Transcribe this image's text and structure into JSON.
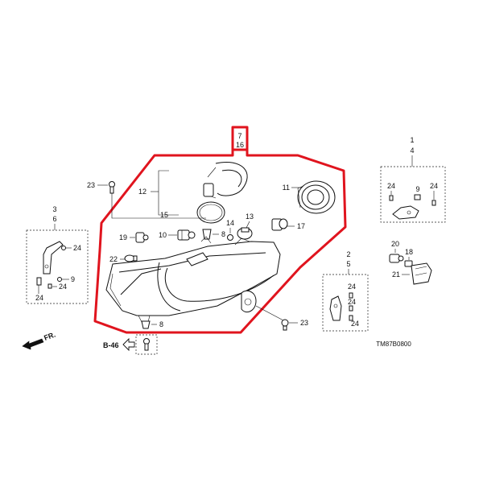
{
  "highlight": {
    "labels": [
      "7",
      "16"
    ],
    "color": "#e0141e"
  },
  "callouts": {
    "c1": "1",
    "c4": "4",
    "c2": "2",
    "c5": "5",
    "c3": "3",
    "c6": "6",
    "c8a": "8",
    "c8b": "8",
    "c9a": "9",
    "c9b": "9",
    "c10": "10",
    "c11": "11",
    "c12": "12",
    "c13": "13",
    "c14": "14",
    "c15": "15",
    "c17": "17",
    "c18": "18",
    "c19": "19",
    "c20": "20",
    "c21": "21",
    "c22": "22",
    "c23a": "23",
    "c23b": "23",
    "c24a": "24",
    "c24b": "24",
    "c24c": "24",
    "c24d": "24",
    "c24e": "24",
    "c24f": "24",
    "c24g": "24",
    "c24h": "24"
  },
  "front_label": "FR.",
  "ref_label": "B-46",
  "drawing_code": "TM87B0800",
  "icons": [
    "front-arrow-icon",
    "ref-arrow-icon"
  ]
}
